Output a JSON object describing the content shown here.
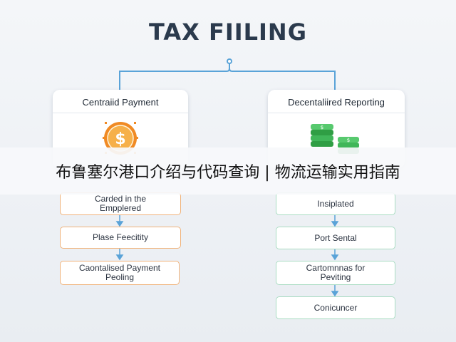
{
  "title": "TAX FIILING",
  "left": {
    "header": "Centraiid Payment",
    "steps": [
      [
        "Carded in the",
        "Empplered"
      ],
      [
        "Plase Feecitity"
      ],
      [
        "Caontalised Payment",
        "Peoling"
      ]
    ],
    "icon": "dollar-coin-icon",
    "accent": "#f0b27a"
  },
  "right": {
    "header": "Decentaliired Reporting",
    "steps": [
      [
        "Insiplated"
      ],
      [
        "Port Sental"
      ],
      [
        "Cartomnnas for",
        "Peviting"
      ],
      [
        "Conicuncer"
      ]
    ],
    "icon": "money-stack-icon",
    "accent": "#a9dcc2"
  },
  "banner": "布鲁塞尔港口介绍与代码查询 | 物流运输实用指南",
  "colors": {
    "connector": "#5aa3d8",
    "arrow": "#5aa3d8",
    "title": "#2b3a4d"
  }
}
